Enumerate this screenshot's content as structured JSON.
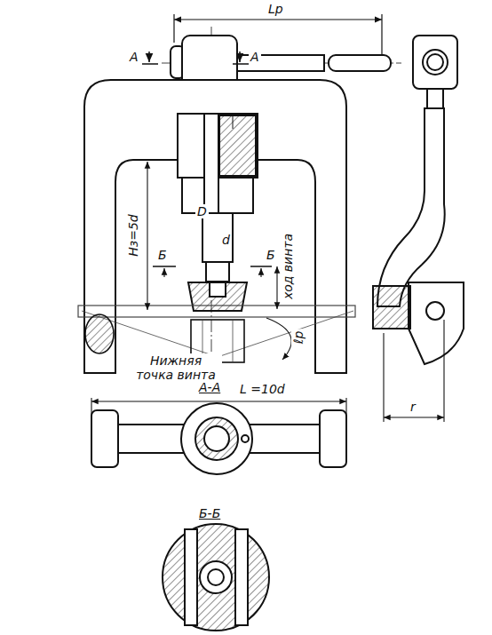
{
  "diagram": {
    "labels": [
      "Lр",
      "A",
      "A",
      "D",
      "d",
      "Hз=5d",
      "Б",
      "Б",
      "ход винта",
      "ℓр",
      "Нижняя точка винта",
      "А-А",
      "L =10d",
      "r",
      "Б-Б"
    ]
  }
}
